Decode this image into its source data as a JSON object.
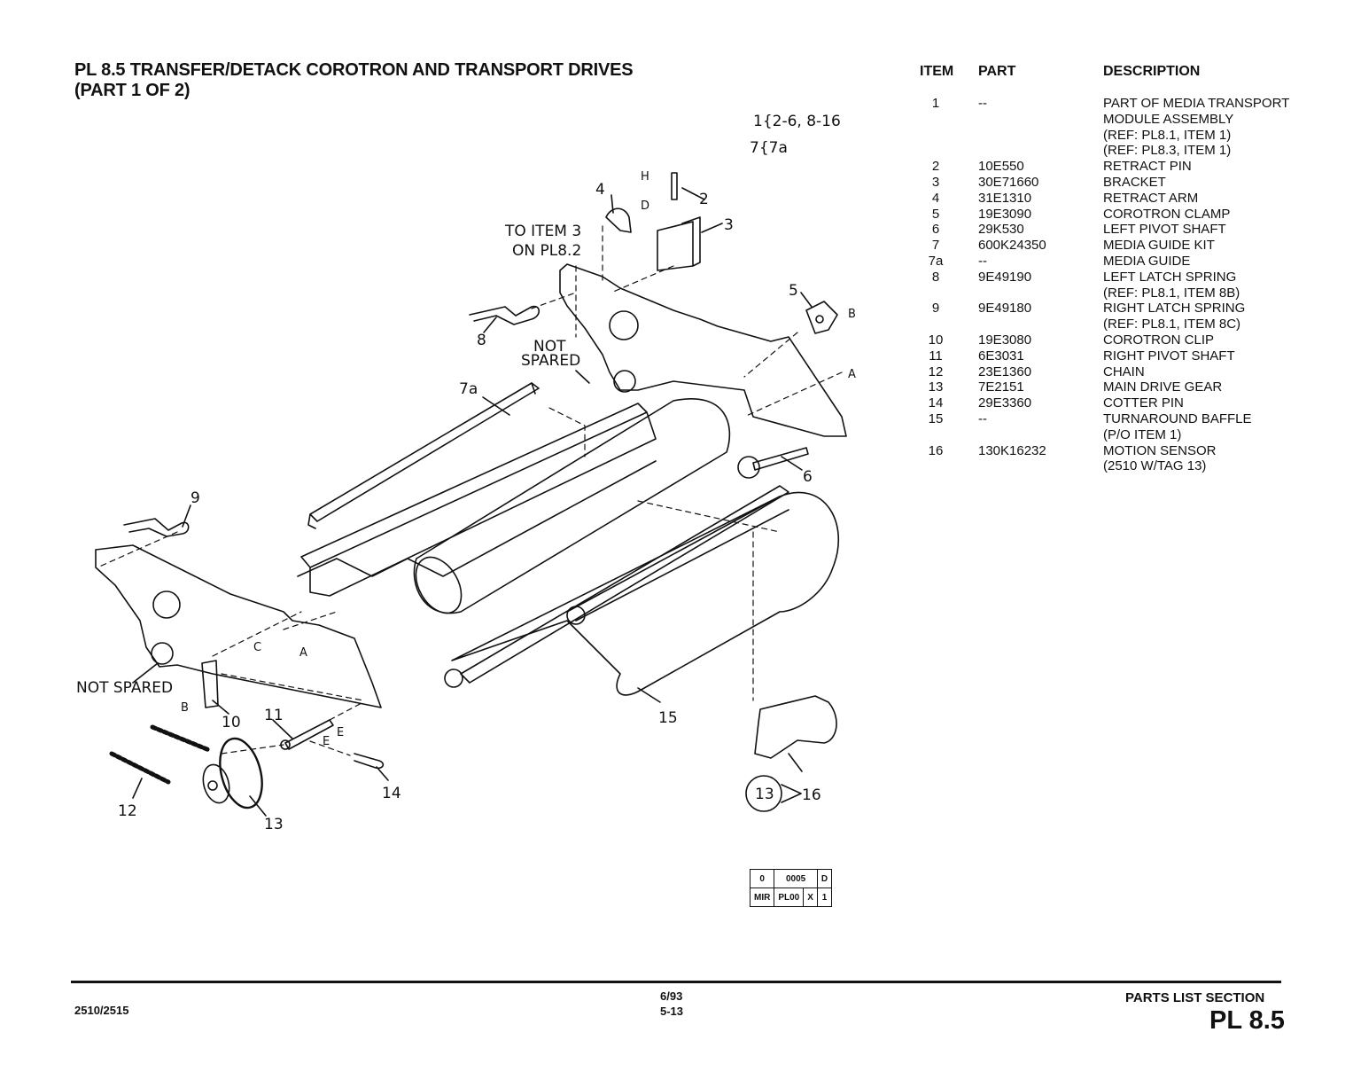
{
  "title": {
    "line1": "PL 8.5 TRANSFER/DETACK COROTRON AND TRANSPORT DRIVES",
    "line2": "(PART 1 OF 2)"
  },
  "table": {
    "headers": {
      "item": "ITEM",
      "part": "PART",
      "description": "DESCRIPTION"
    },
    "rows": [
      {
        "item": "1",
        "part": "--",
        "description": [
          "PART OF MEDIA TRANSPORT",
          "MODULE ASSEMBLY",
          "(REF: PL8.1, ITEM 1)",
          "(REF: PL8.3, ITEM 1)"
        ]
      },
      {
        "item": "2",
        "part": "10E550",
        "description": [
          "RETRACT PIN"
        ]
      },
      {
        "item": "3",
        "part": "30E71660",
        "description": [
          "BRACKET"
        ]
      },
      {
        "item": "4",
        "part": "31E1310",
        "description": [
          "RETRACT ARM"
        ]
      },
      {
        "item": "5",
        "part": "19E3090",
        "description": [
          "COROTRON CLAMP"
        ]
      },
      {
        "item": "6",
        "part": "29K530",
        "description": [
          "LEFT PIVOT SHAFT"
        ]
      },
      {
        "item": "7",
        "part": "600K24350",
        "description": [
          "MEDIA GUIDE KIT"
        ]
      },
      {
        "item": "7a",
        "part": "--",
        "description": [
          "MEDIA GUIDE"
        ]
      },
      {
        "item": "8",
        "part": "9E49190",
        "description": [
          "LEFT LATCH SPRING",
          "(REF: PL8.1, ITEM 8B)"
        ]
      },
      {
        "item": "9",
        "part": "9E49180",
        "description": [
          "RIGHT LATCH SPRING",
          "(REF: PL8.1, ITEM 8C)"
        ]
      },
      {
        "item": "10",
        "part": "19E3080",
        "description": [
          "COROTRON CLIP"
        ]
      },
      {
        "item": "11",
        "part": "6E3031",
        "description": [
          "RIGHT PIVOT SHAFT"
        ]
      },
      {
        "item": "12",
        "part": "23E1360",
        "description": [
          "CHAIN"
        ]
      },
      {
        "item": "13",
        "part": "7E2151",
        "description": [
          "MAIN DRIVE GEAR"
        ]
      },
      {
        "item": "14",
        "part": "29E3360",
        "description": [
          "COTTER PIN"
        ]
      },
      {
        "item": "15",
        "part": "--",
        "description": [
          "TURNAROUND BAFFLE",
          "(P/O ITEM 1)"
        ]
      },
      {
        "item": "16",
        "part": "130K16232",
        "description": [
          "MOTION SENSOR",
          "(2510 W/TAG 13)"
        ]
      }
    ]
  },
  "diagram": {
    "kit_note_1": "1{2-6, 8-16",
    "kit_note_2": "7{7a",
    "to_item": "TO ITEM 3",
    "on_pl": "ON PL8.2",
    "not_spared": "NOT SPARED",
    "not_spared_a": "NOT",
    "not_spared_b": "SPARED",
    "callouts": {
      "c1": "1",
      "c2": "2",
      "c3": "3",
      "c4": "4",
      "c5": "5",
      "c6": "6",
      "c7a": "7a",
      "c8": "8",
      "c9": "9",
      "c10": "10",
      "c11": "11",
      "c12": "12",
      "c13": "13",
      "c14": "14",
      "c15": "15",
      "c16": "16"
    },
    "letters": {
      "h": "H",
      "d": "D",
      "b": "B",
      "a": "A",
      "c": "C",
      "e": "E"
    }
  },
  "stamp": {
    "r1c1": "0",
    "r1c2": "0005",
    "r1c3": "D",
    "r2c1": "MIR",
    "r2c2": "PL00",
    "r2c3": "X",
    "r2c4": "1"
  },
  "footer": {
    "model": "2510/2515",
    "date": "6/93",
    "page": "5-13",
    "section": "PARTS LIST SECTION",
    "pl": "PL 8.5"
  }
}
